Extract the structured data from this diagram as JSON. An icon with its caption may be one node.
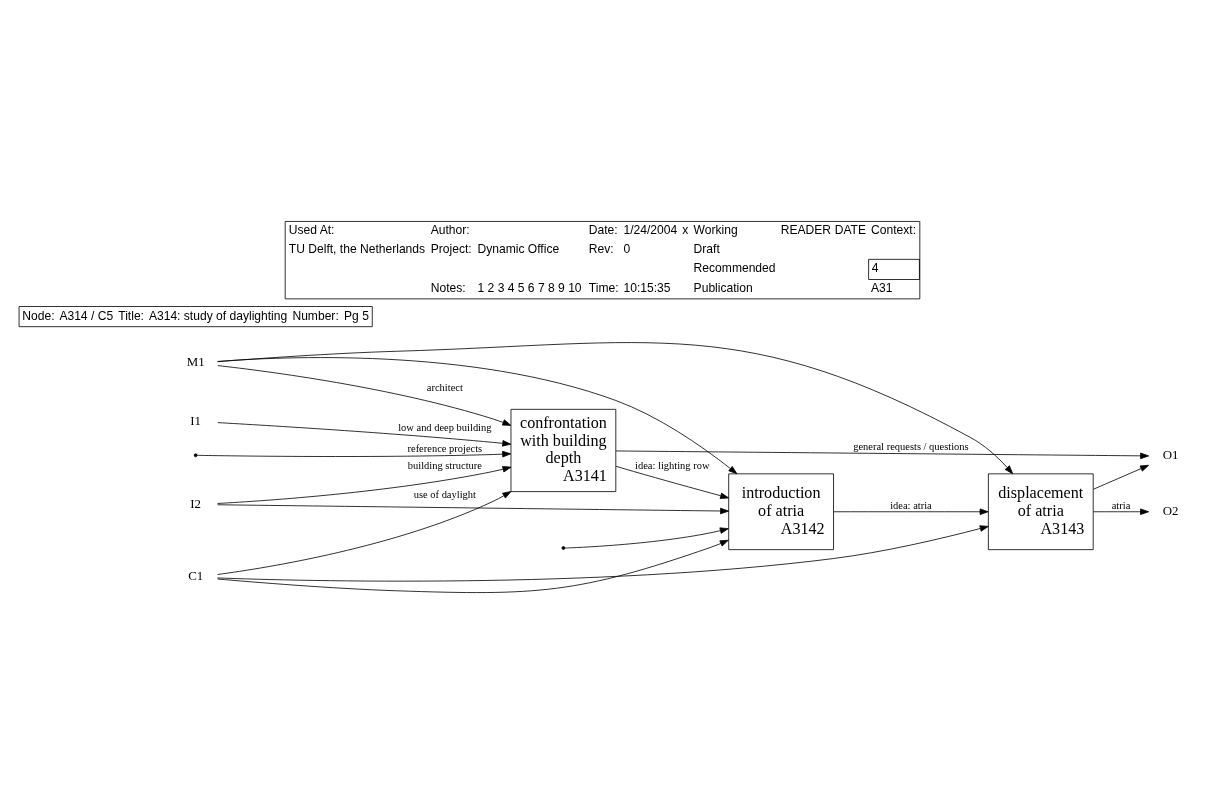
{
  "diagram": {
    "nodes": [
      {
        "text": [
          "C1"
        ]
      },
      {
        "text": [
          "I1"
        ]
      },
      {
        "text": [
          "I2"
        ]
      },
      {
        "text": [
          "confrontation with building depth",
          "A3141"
        ]
      },
      {
        "text": [
          "introduction of atria",
          "A3142"
        ]
      },
      {
        "text": [
          "displacement of atria",
          "A3143"
        ]
      },
      {
        "text": [
          "O1"
        ]
      },
      {
        "text": [
          "O2"
        ]
      },
      {
        "text": [
          "M1"
        ]
      }
    ],
    "edges": [
      {
        "from": 1,
        "to": 3,
        "arrow": "to",
        "label": "low and deep building"
      },
      {
        "from": null,
        "to": 3,
        "arrow": "to",
        "label": "reference projects"
      },
      {
        "from": null,
        "to": 4,
        "arrow": "to"
      },
      {
        "from": 2,
        "to": 3,
        "arrow": "to",
        "label": "building structure"
      },
      {
        "from": 2,
        "to": 4,
        "arrow": "to"
      },
      {
        "from": 0,
        "to": 3,
        "arrow": "to",
        "label": "use of daylight"
      },
      {
        "from": 0,
        "to": 4,
        "arrow": "to"
      },
      {
        "from": 0,
        "to": 5,
        "arrow": "to"
      },
      {
        "from": 3,
        "to": 6,
        "arrow": "to",
        "label": "general requests / questions"
      },
      {
        "from": 5,
        "to": 6,
        "arrow": "to"
      },
      {
        "from": 3,
        "to": 4,
        "arrow": "to",
        "label": "idea: lighting row"
      },
      {
        "from": 4,
        "to": 5,
        "arrow": "to",
        "label": "idea: atria"
      },
      {
        "from": 5,
        "to": 7,
        "arrow": "to",
        "label": "atria"
      },
      {
        "from": 8,
        "to": 3,
        "arrow": "to",
        "label": "architect"
      },
      {
        "from": 8,
        "to": 4,
        "arrow": "to"
      },
      {
        "from": 8,
        "to": 5,
        "arrow": "to"
      }
    ],
    "labels": [
      "Used At:",
      "TU Delft, the Netherlands",
      "Author:",
      "Project:",
      "Dynamic Office",
      "Notes:",
      "1 2 3 4 5 6 7 8 9 10",
      "Date:",
      "1/24/2004",
      "Rev:",
      "0",
      "Time:",
      "10:15:35",
      "x",
      "Working",
      "Draft",
      "Recommended",
      "Publication",
      "READER",
      "DATE",
      "Context:",
      "4",
      "A31",
      "Node:",
      "A314 / C5",
      "Title:",
      "A314: study of daylighting",
      "Number:",
      "Pg 5"
    ]
  }
}
